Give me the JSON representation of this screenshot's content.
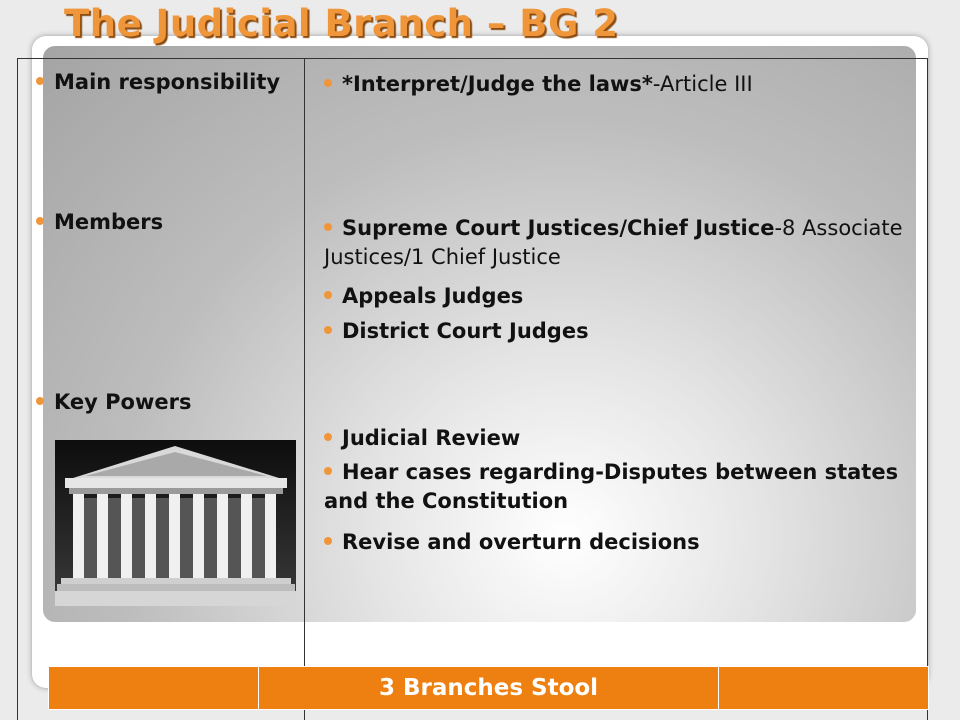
{
  "slide": {
    "title": "The Judicial Branch – BG 2",
    "labels": {
      "main": "Main responsibility",
      "members": "Members",
      "powers": "Key Powers"
    },
    "main_responsibility": {
      "bold": "*Interpret/Judge the laws*",
      "normal": "-Article III"
    },
    "members": [
      {
        "bold": "Supreme Court Justices/Chief Justice",
        "normal": "-8 Associate Justices/1 Chief Justice"
      },
      {
        "bold": "Appeals Judges",
        "normal": ""
      },
      {
        "bold": "District Court Judges",
        "normal": ""
      }
    ],
    "powers": [
      "Judicial Review",
      "Hear cases regarding-Disputes between states and the Constitution",
      "Revise and overturn decisions"
    ],
    "bottom_bar": {
      "label": "3 Branches Stool"
    },
    "colors": {
      "accent": "#f0963a",
      "bar": "#ee7f11",
      "title_shadow": "#8a4a10"
    },
    "image": {
      "icon": "supreme-court-building-image"
    }
  }
}
